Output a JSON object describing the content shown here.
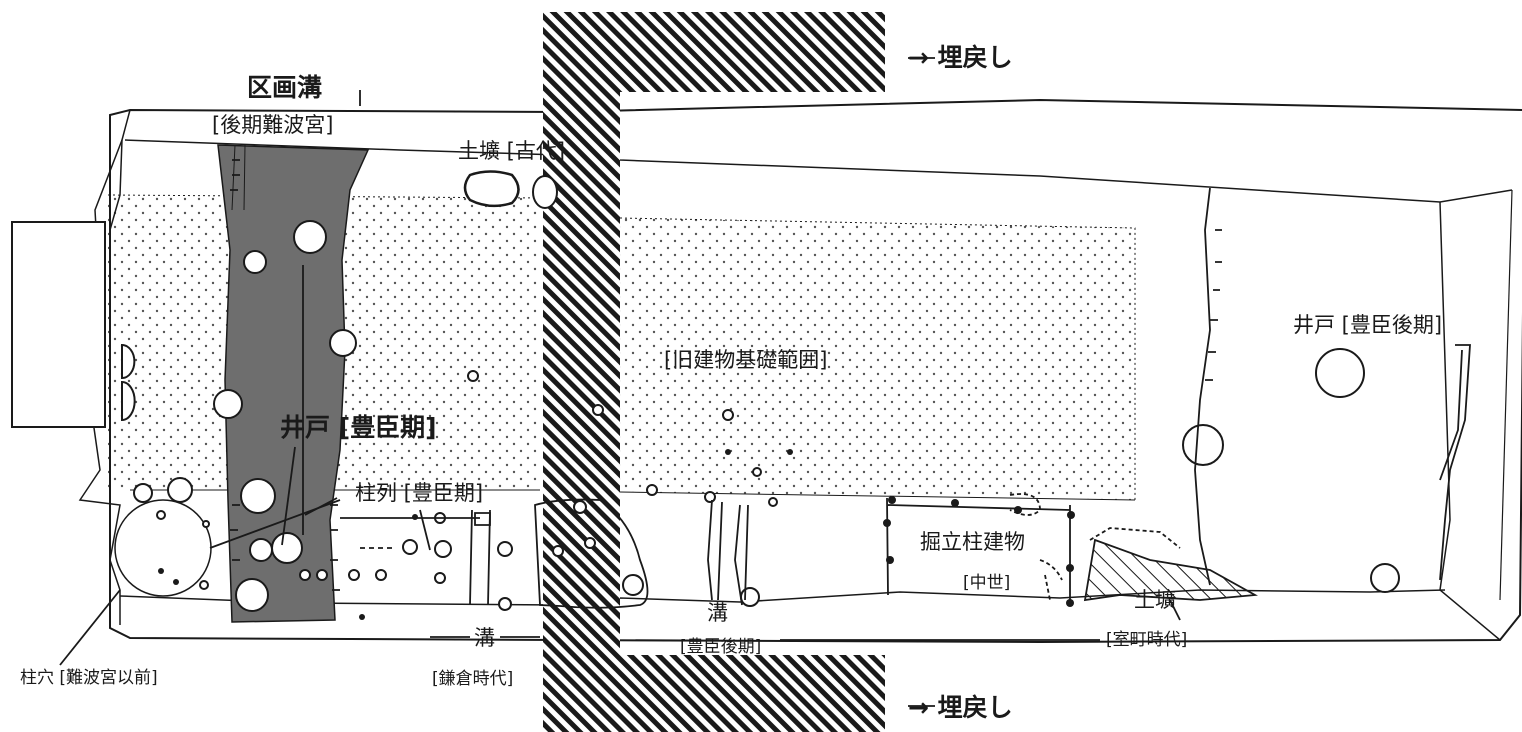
{
  "labels": {
    "backfill_top": "→ 埋戻し",
    "backfill_bottom": "→ 埋戻し",
    "kukaku_title": "区画溝",
    "kukaku_period": "[後期難波宮]",
    "dokou_kodai": "土壙 [古代]",
    "kyu_kiso": "[旧建物基礎範囲]",
    "ido_toyotomi": "井戸 [豊臣期]",
    "ido_toyotomi_kouki": "井戸 [豊臣後期]",
    "chuuretsu": "柱列 [豊臣期]",
    "hottate_name": "掘立柱建物",
    "hottate_period": "[中世]",
    "dokou_muromachi_name": "土壙",
    "dokou_muromachi_period": "[室町時代]",
    "mizo_kamakura_name": "溝",
    "mizo_kamakura_period": "[鎌倉時代]",
    "mizo_toyotomi_name": "溝",
    "mizo_toyotomi_period": "[豊臣後期]",
    "chuuketsu": "柱穴 [難波宮以前]"
  },
  "colors": {
    "ink": "#1a1a1a",
    "ditch_fill": "#6e6e6e",
    "dots": "#555555"
  }
}
